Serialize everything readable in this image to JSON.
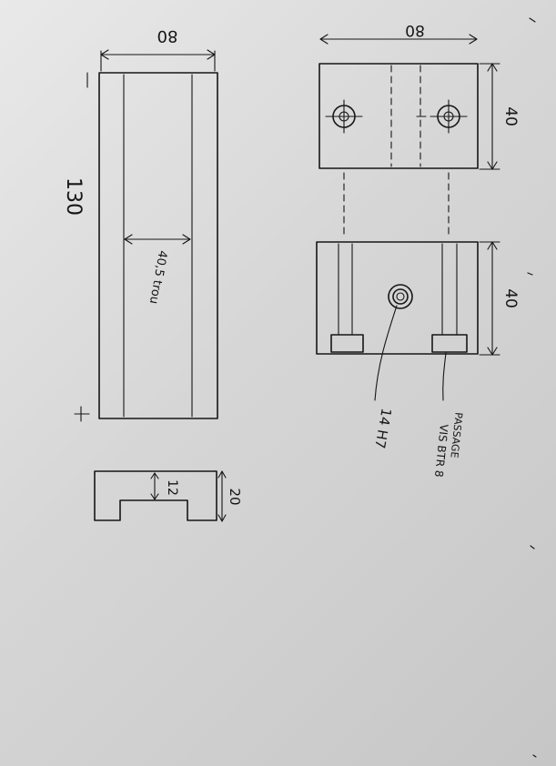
{
  "dimensions": {
    "top_width": "80",
    "length": "130",
    "groove_note": "40,5 trou",
    "section_depth": "20",
    "section_slot": "12",
    "view_width": "80",
    "upper_height": "40",
    "lower_height": "40"
  },
  "callouts": {
    "hole_note": "14 H7",
    "bolt_note_line1": "PASSAGE",
    "bolt_note_line2": "VIS BTR 8"
  },
  "colors": {
    "paper": "#dcdcdc",
    "ink": "#161616"
  }
}
